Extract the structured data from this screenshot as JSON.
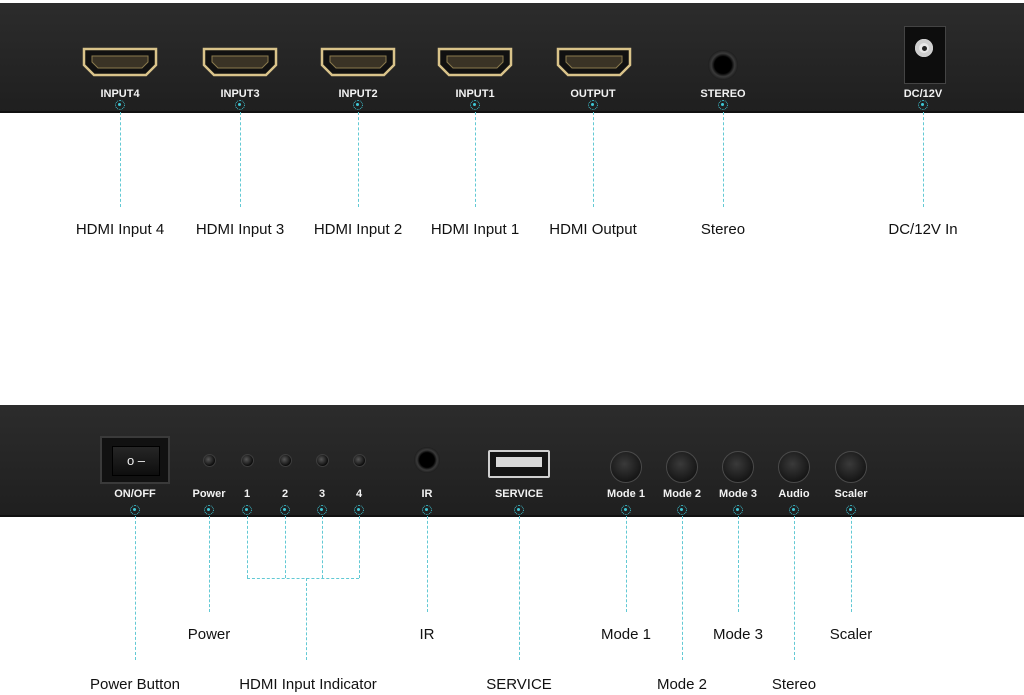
{
  "rear_panel": {
    "ports": [
      {
        "label": "INPUT4",
        "callout": "HDMI Input 4"
      },
      {
        "label": "INPUT3",
        "callout": "HDMI Input 3"
      },
      {
        "label": "INPUT2",
        "callout": "HDMI Input 2"
      },
      {
        "label": "INPUT1",
        "callout": "HDMI Input 1"
      },
      {
        "label": "OUTPUT",
        "callout": "HDMI Output"
      },
      {
        "label": "STEREO",
        "callout": "Stereo"
      },
      {
        "label": "DC/12V",
        "callout": "DC/12V In"
      }
    ]
  },
  "front_panel": {
    "controls": [
      {
        "label": "ON/OFF",
        "callout": "Power Button"
      },
      {
        "label": "Power",
        "callout": "Power"
      },
      {
        "label": "1"
      },
      {
        "label": "2"
      },
      {
        "label": "3"
      },
      {
        "label": "4"
      },
      {
        "label": "IR",
        "callout": "IR"
      },
      {
        "label": "SERVICE",
        "callout": "SERVICE"
      },
      {
        "label": "Mode 1",
        "callout": "Mode 1"
      },
      {
        "label": "Mode 2",
        "callout": "Mode 2"
      },
      {
        "label": "Mode 3",
        "callout": "Mode 3"
      },
      {
        "label": "Audio",
        "callout": "Stereo"
      },
      {
        "label": "Scaler",
        "callout": "Scaler"
      }
    ],
    "indicator_group_callout": "HDMI Input Indicator",
    "switch_symbols": "o –"
  },
  "colors": {
    "panel": "#262626",
    "leader": "#3ec7d6",
    "hdmi_gold": "#d9c38a"
  },
  "icons": [
    "hdmi-port-icon",
    "audio-jack-icon",
    "dc-jack-icon",
    "rocker-switch-icon",
    "led-icon",
    "ir-sensor-icon",
    "usb-port-icon",
    "round-button-icon"
  ]
}
